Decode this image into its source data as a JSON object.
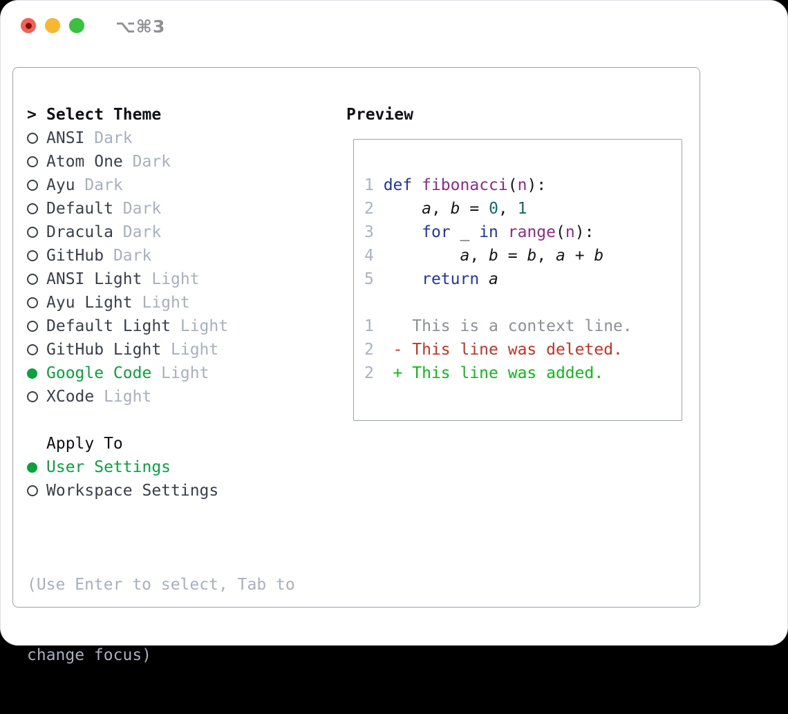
{
  "window": {
    "title": "⌥⌘3"
  },
  "theme_selector": {
    "header_prefix": ">",
    "header": "Select Theme",
    "items": [
      {
        "name": "ANSI",
        "variant": "Dark",
        "selected": false
      },
      {
        "name": "Atom One",
        "variant": "Dark",
        "selected": false
      },
      {
        "name": "Ayu",
        "variant": "Dark",
        "selected": false
      },
      {
        "name": "Default",
        "variant": "Dark",
        "selected": false
      },
      {
        "name": "Dracula",
        "variant": "Dark",
        "selected": false
      },
      {
        "name": "GitHub",
        "variant": "Dark",
        "selected": false
      },
      {
        "name": "ANSI Light",
        "variant": "Light",
        "selected": false
      },
      {
        "name": "Ayu Light",
        "variant": "Light",
        "selected": false
      },
      {
        "name": "Default Light",
        "variant": "Light",
        "selected": false
      },
      {
        "name": "GitHub Light",
        "variant": "Light",
        "selected": false
      },
      {
        "name": "Google Code",
        "variant": "Light",
        "selected": true
      },
      {
        "name": "XCode",
        "variant": "Light",
        "selected": false
      }
    ]
  },
  "apply_to": {
    "header": "Apply To",
    "options": [
      {
        "label": "User Settings",
        "selected": true
      },
      {
        "label": "Workspace Settings",
        "selected": false
      }
    ]
  },
  "hint": {
    "line1": "(Use Enter to select, Tab to",
    "line2": "change focus)"
  },
  "preview": {
    "header": "Preview",
    "code_lines": [
      {
        "tokens": [
          {
            "c": "num",
            "t": "1 "
          },
          {
            "c": "kw",
            "t": "def"
          },
          {
            "c": "pl",
            "t": " "
          },
          {
            "c": "fn",
            "t": "fibonacci"
          },
          {
            "c": "pl",
            "t": "("
          },
          {
            "c": "fn",
            "t": "n"
          },
          {
            "c": "pl",
            "t": "):"
          }
        ]
      },
      {
        "tokens": [
          {
            "c": "num",
            "t": "2 "
          },
          {
            "c": "pl",
            "t": "    "
          },
          {
            "c": "var",
            "t": "a"
          },
          {
            "c": "pl",
            "t": ", "
          },
          {
            "c": "var",
            "t": "b"
          },
          {
            "c": "pl",
            "t": " = "
          },
          {
            "c": "lit",
            "t": "0"
          },
          {
            "c": "pl",
            "t": ", "
          },
          {
            "c": "lit",
            "t": "1"
          }
        ]
      },
      {
        "tokens": [
          {
            "c": "num",
            "t": "3 "
          },
          {
            "c": "pl",
            "t": "    "
          },
          {
            "c": "kw",
            "t": "for"
          },
          {
            "c": "pl",
            "t": " _ "
          },
          {
            "c": "kw",
            "t": "in"
          },
          {
            "c": "pl",
            "t": " "
          },
          {
            "c": "fn",
            "t": "range"
          },
          {
            "c": "pl",
            "t": "("
          },
          {
            "c": "fn",
            "t": "n"
          },
          {
            "c": "pl",
            "t": "):"
          }
        ]
      },
      {
        "tokens": [
          {
            "c": "num",
            "t": "4 "
          },
          {
            "c": "pl",
            "t": "        "
          },
          {
            "c": "var",
            "t": "a"
          },
          {
            "c": "pl",
            "t": ", "
          },
          {
            "c": "var",
            "t": "b"
          },
          {
            "c": "pl",
            "t": " = "
          },
          {
            "c": "var",
            "t": "b"
          },
          {
            "c": "pl",
            "t": ", "
          },
          {
            "c": "var",
            "t": "a"
          },
          {
            "c": "pl",
            "t": " + "
          },
          {
            "c": "var",
            "t": "b"
          }
        ]
      },
      {
        "tokens": [
          {
            "c": "num",
            "t": "5 "
          },
          {
            "c": "pl",
            "t": "    "
          },
          {
            "c": "kw",
            "t": "return"
          },
          {
            "c": "pl",
            "t": " "
          },
          {
            "c": "var",
            "t": "a"
          }
        ]
      },
      {
        "tokens": []
      },
      {
        "tokens": [
          {
            "c": "num",
            "t": "1"
          },
          {
            "c": "ctx",
            "t": "    This is a context line."
          }
        ]
      },
      {
        "tokens": [
          {
            "c": "num",
            "t": "2"
          },
          {
            "c": "del",
            "t": "  - This line was deleted."
          }
        ]
      },
      {
        "tokens": [
          {
            "c": "num",
            "t": "2"
          },
          {
            "c": "add",
            "t": "  + This line was added."
          }
        ]
      }
    ]
  },
  "colors": {
    "selected_green": "#0aa23e",
    "keyword_blue": "#2135a3",
    "function_purple": "#8d2b8d",
    "number_teal": "#0c6b6f",
    "diff_deleted_red": "#c63321",
    "diff_added_green": "#0cbc18",
    "diff_context_gray": "#8b8f96",
    "line_number_gray": "#a7b2c4",
    "muted_label_gray": "#a7b0bf",
    "item_text": "#3a4049",
    "panel_border": "#99a2ae",
    "traffic_red": "#f3605a",
    "traffic_yellow": "#f8b731",
    "traffic_green": "#3ac140"
  }
}
